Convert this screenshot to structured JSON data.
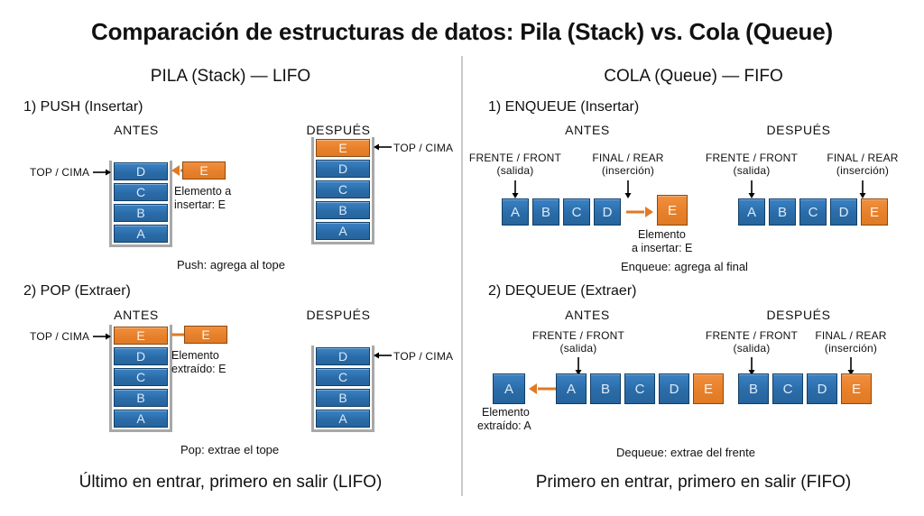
{
  "title": "Comparación de estructuras de datos: Pila (Stack) vs. Cola (Queue)",
  "colors": {
    "blue": "#2a6ca8",
    "orange": "#e8802a",
    "rail": "#a8a8a8",
    "divider": "#c9c9c9",
    "arrow_orange": "#e07a24",
    "arrow_black": "#000000"
  },
  "left_panel": {
    "heading": "PILA (Stack) — LIFO",
    "footer": "Último en entrar, primero en salir (LIFO)",
    "sections": [
      {
        "heading": "1) PUSH (Insertar)",
        "before_label": "ANTES",
        "after_label": "DESPUÉS",
        "before_stack": [
          "D",
          "C",
          "B",
          "A"
        ],
        "before_top_pointer": "TOP / CIMA",
        "incoming_element": "E",
        "incoming_note_line1": "Elemento a",
        "incoming_note_line2": "insertar: E",
        "after_stack": [
          "E",
          "D",
          "C",
          "B",
          "A"
        ],
        "after_top_pointer": "TOP / CIMA",
        "caption": "Push: agrega al tope"
      },
      {
        "heading": "2) POP (Extraer)",
        "before_label": "ANTES",
        "after_label": "DESPUÉS",
        "before_stack": [
          "E",
          "D",
          "C",
          "B",
          "A"
        ],
        "before_top_pointer": "TOP / CIMA",
        "outgoing_element": "E",
        "outgoing_note_line1": "Elemento",
        "outgoing_note_line2": "extraído: E",
        "after_stack": [
          "D",
          "C",
          "B",
          "A"
        ],
        "after_top_pointer": "TOP / CIMA",
        "caption": "Pop: extrae el tope"
      }
    ]
  },
  "right_panel": {
    "heading": "COLA (Queue) — FIFO",
    "footer": "Primero en entrar, primero en salir (FIFO)",
    "sections": [
      {
        "heading": "1) ENQUEUE (Insertar)",
        "before_label": "ANTES",
        "after_label": "DESPUÉS",
        "before_queue": [
          "A",
          "B",
          "C",
          "D"
        ],
        "before_front_label_line1": "FRENTE / FRONT",
        "before_front_label_line2": "(salida)",
        "before_rear_label_line1": "FINAL / REAR",
        "before_rear_label_line2": "(inserción)",
        "incoming_element": "E",
        "incoming_note_line1": "Elemento",
        "incoming_note_line2": "a insertar: E",
        "after_queue": [
          "A",
          "B",
          "C",
          "D",
          "E"
        ],
        "after_front_label_line1": "FRENTE / FRONT",
        "after_front_label_line2": "(salida)",
        "after_rear_label_line1": "FINAL / REAR",
        "after_rear_label_line2": "(inserción)",
        "caption": "Enqueue: agrega al final"
      },
      {
        "heading": "2) DEQUEUE (Extraer)",
        "before_label": "ANTES",
        "after_label": "DESPUÉS",
        "before_queue": [
          "A",
          "B",
          "C",
          "D",
          "E"
        ],
        "before_front_label_line1": "FRENTE / FRONT",
        "before_front_label_line2": "(salida)",
        "outgoing_element": "A",
        "outgoing_note_line1": "Elemento",
        "outgoing_note_line2": "extraído: A",
        "after_queue": [
          "B",
          "C",
          "D",
          "E"
        ],
        "after_front_label_line1": "FRENTE / FRONT",
        "after_front_label_line2": "(salida)",
        "after_rear_label_line1": "FINAL / REAR",
        "after_rear_label_line2": "(inserción)",
        "caption": "Dequeue: extrae del frente"
      }
    ]
  }
}
